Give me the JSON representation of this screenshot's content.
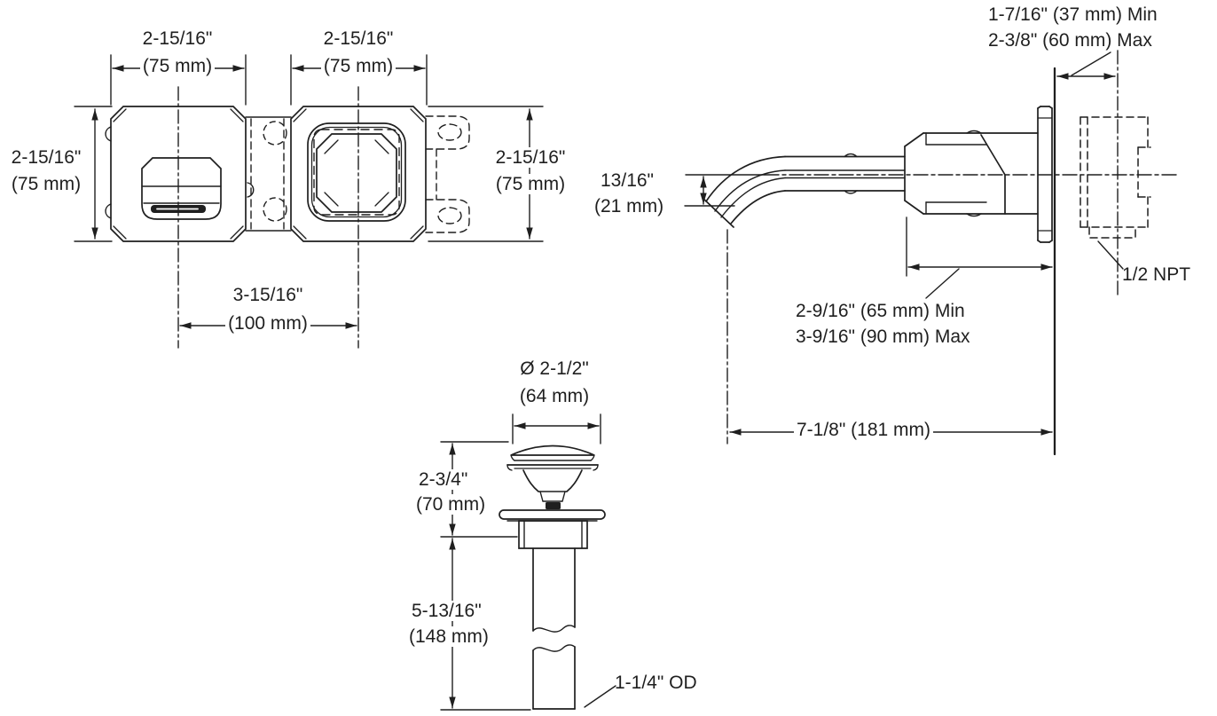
{
  "drawing": {
    "title": "wall-mount-faucet-dimension-drawing",
    "colors": {
      "line": "#1f1f1f",
      "background": "#ffffff"
    },
    "front_view": {
      "spout_escutcheon_width": {
        "line1": "2-15/16\"",
        "line2": "(75 mm)"
      },
      "handle_escutcheon_width": {
        "line1": "2-15/16\"",
        "line2": "(75 mm)"
      },
      "spout_escutcheon_height": {
        "line1": "2-15/16\"",
        "line2": "(75 mm)"
      },
      "handle_escutcheon_height": {
        "line1": "2-15/16\"",
        "line2": "(75 mm)"
      },
      "center_spacing": {
        "line1": "3-15/16\"",
        "line2": "(100 mm)"
      }
    },
    "side_view": {
      "wall_thickness": {
        "line1": "1-7/16\" (37 mm) Min",
        "line2": "2-3/8\" (60 mm) Max"
      },
      "spout_drop": {
        "line1": "13/16\"",
        "line2": "(21 mm)"
      },
      "body_depth": {
        "line1": "2-9/16\" (65 mm) Min",
        "line2": "3-9/16\" (90 mm) Max"
      },
      "spout_reach": "7-1/8\" (181 mm)",
      "supply_connection": "1/2 NPT"
    },
    "drain_view": {
      "cap_diameter": {
        "line1": "Ø 2-1/2\"",
        "line2": "(64 mm)"
      },
      "upper_height": {
        "line1": "2-3/4\"",
        "line2": "(70 mm)"
      },
      "tailpiece_length": {
        "line1": "5-13/16\"",
        "line2": "(148 mm)"
      },
      "outlet_od": "1-1/4\" OD"
    }
  }
}
